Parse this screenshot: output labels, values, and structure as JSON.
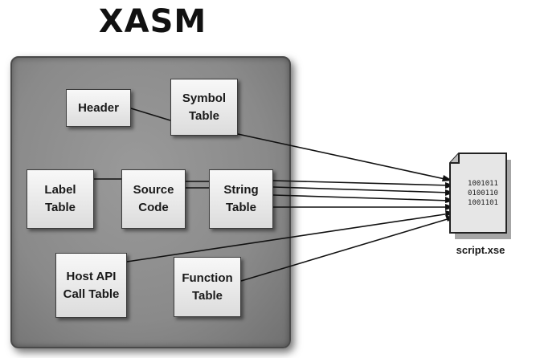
{
  "title": "XASM",
  "boxes": {
    "header": "Header",
    "symbol_table": "Symbol\nTable",
    "label_table": "Label\nTable",
    "source_code": "Source\nCode",
    "string_table": "String\nTable",
    "host_api": "Host API\nCall Table",
    "function_table": "Function\nTable"
  },
  "file": {
    "bits": "1001011\n0100110\n1001101",
    "name": "script.xse"
  }
}
